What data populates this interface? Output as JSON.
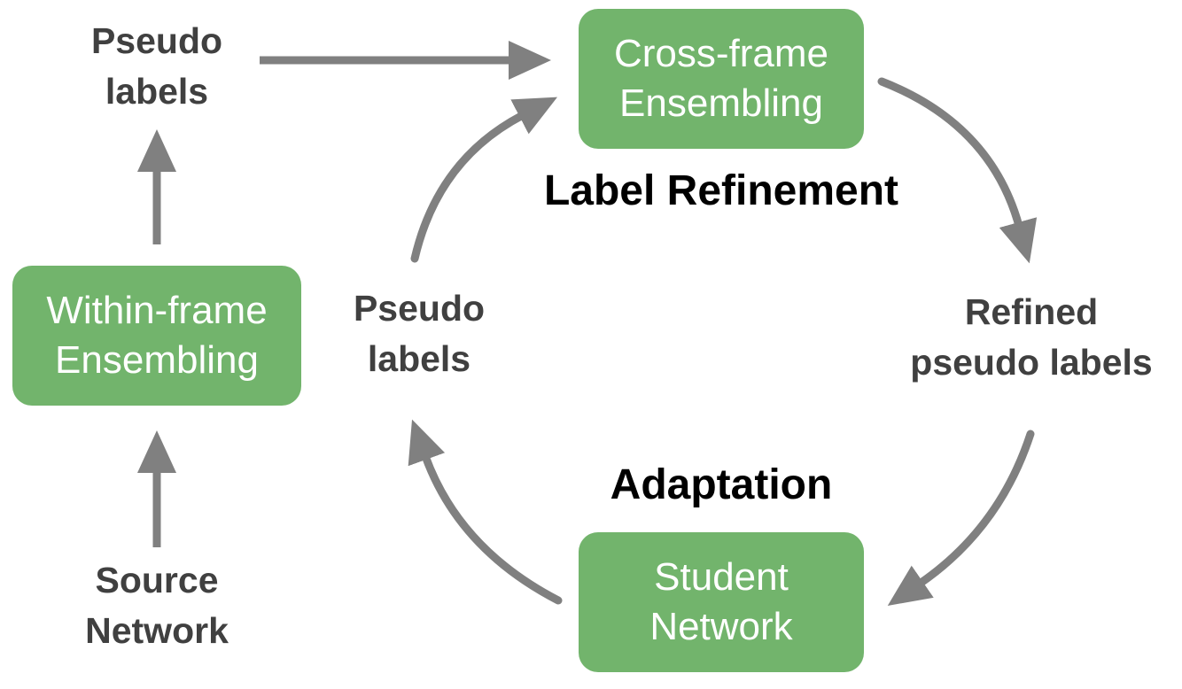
{
  "colors": {
    "box_fill": "#72b46c",
    "box_text": "#ffffff",
    "arrow": "#808080",
    "label_text": "#404040",
    "heading_text": "#000000"
  },
  "nodes": {
    "within_frame": {
      "line1": "Within-frame",
      "line2": "Ensembling"
    },
    "cross_frame": {
      "line1": "Cross-frame",
      "line2": "Ensembling"
    },
    "student_network": {
      "line1": "Student",
      "line2": "Network"
    }
  },
  "labels": {
    "source_network": {
      "line1": "Source",
      "line2": "Network"
    },
    "pseudo_labels_top": {
      "line1": "Pseudo",
      "line2": "labels"
    },
    "pseudo_labels_mid": {
      "line1": "Pseudo",
      "line2": "labels"
    },
    "refined_pseudo_labels": {
      "line1": "Refined",
      "line2": "pseudo labels"
    }
  },
  "headings": {
    "label_refinement": "Label Refinement",
    "adaptation": "Adaptation"
  },
  "edges": [
    {
      "from": "source_network",
      "to": "within_frame"
    },
    {
      "from": "within_frame",
      "to": "pseudo_labels_top"
    },
    {
      "from": "pseudo_labels_top",
      "to": "cross_frame"
    },
    {
      "from": "cross_frame",
      "to": "refined_pseudo_labels"
    },
    {
      "from": "refined_pseudo_labels",
      "to": "student_network"
    },
    {
      "from": "student_network",
      "to": "pseudo_labels_mid"
    },
    {
      "from": "pseudo_labels_mid",
      "to": "cross_frame"
    }
  ]
}
